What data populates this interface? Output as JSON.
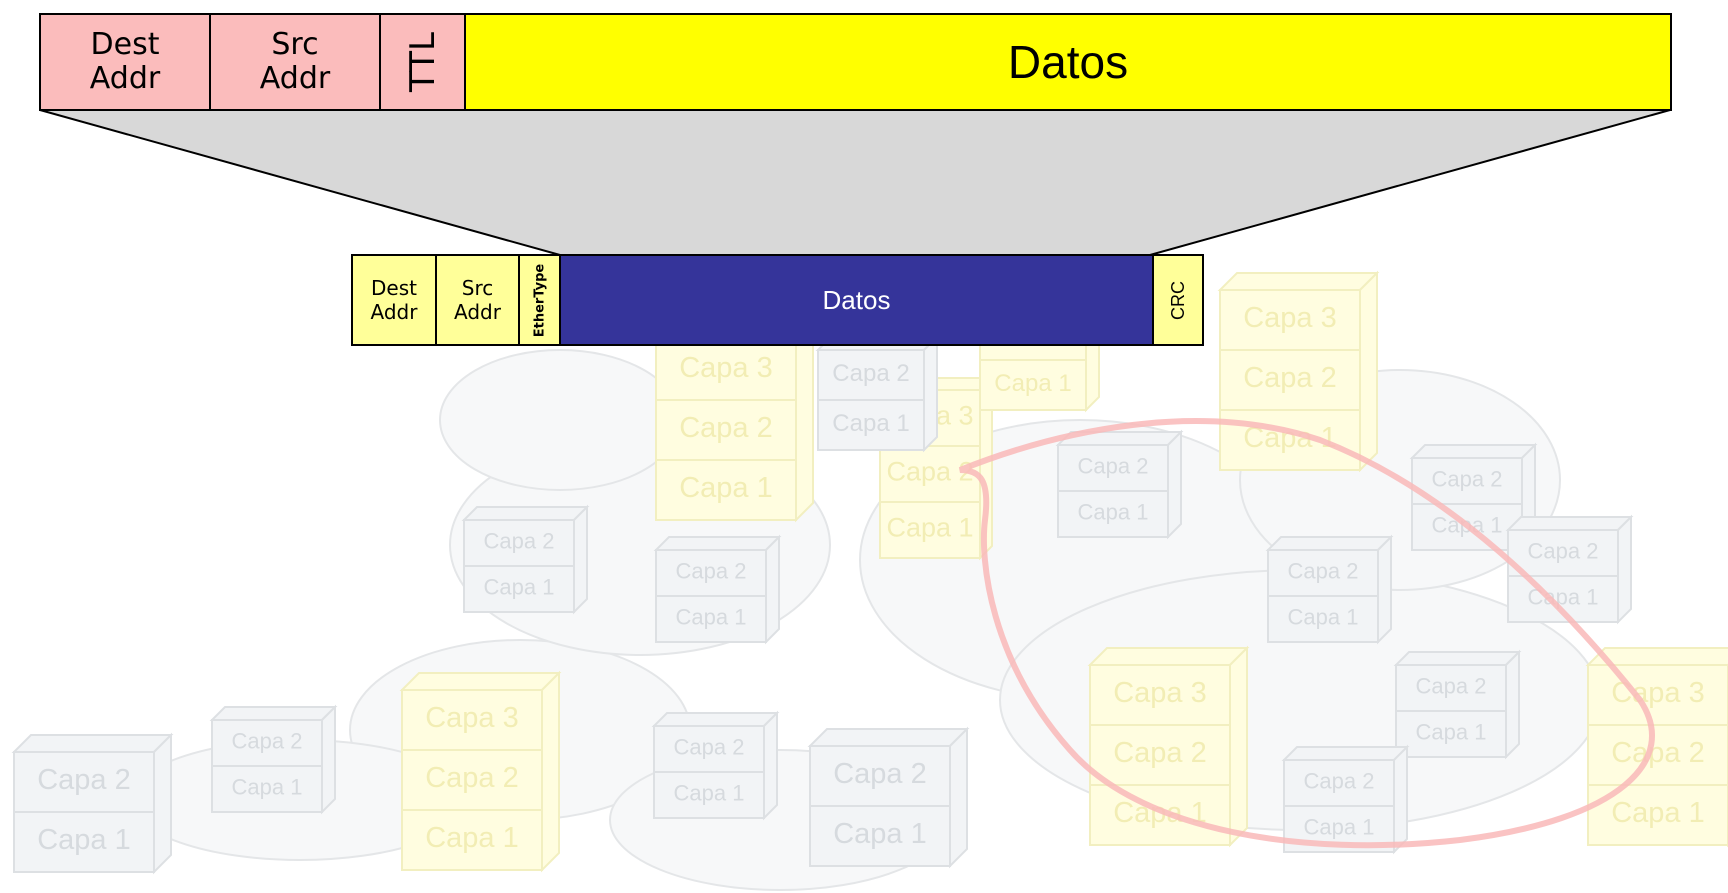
{
  "packet": {
    "dest_addr": [
      "Dest",
      "Addr"
    ],
    "src_addr": [
      "Src",
      "Addr"
    ],
    "ttl": "TTL",
    "data": "Datos"
  },
  "frame": {
    "dest_addr": [
      "Dest",
      "Addr"
    ],
    "src_addr": [
      "Src",
      "Addr"
    ],
    "ethertype": "EtherType",
    "data": "Datos",
    "crc": "CRC"
  },
  "layer_labels": {
    "capa3": "Capa 3",
    "capa2": "Capa 2",
    "capa1": "Capa 1"
  },
  "colors": {
    "header_pink": "#fbbcbc",
    "data_yellow": "#ffff00",
    "frame_header": "#ffff99",
    "frame_data": "#35349a",
    "funnel": "#d8d8d8",
    "router_fill": "#fffde0",
    "switch_fill": "#f2f4f6",
    "route_path": "#f9b9b9"
  }
}
